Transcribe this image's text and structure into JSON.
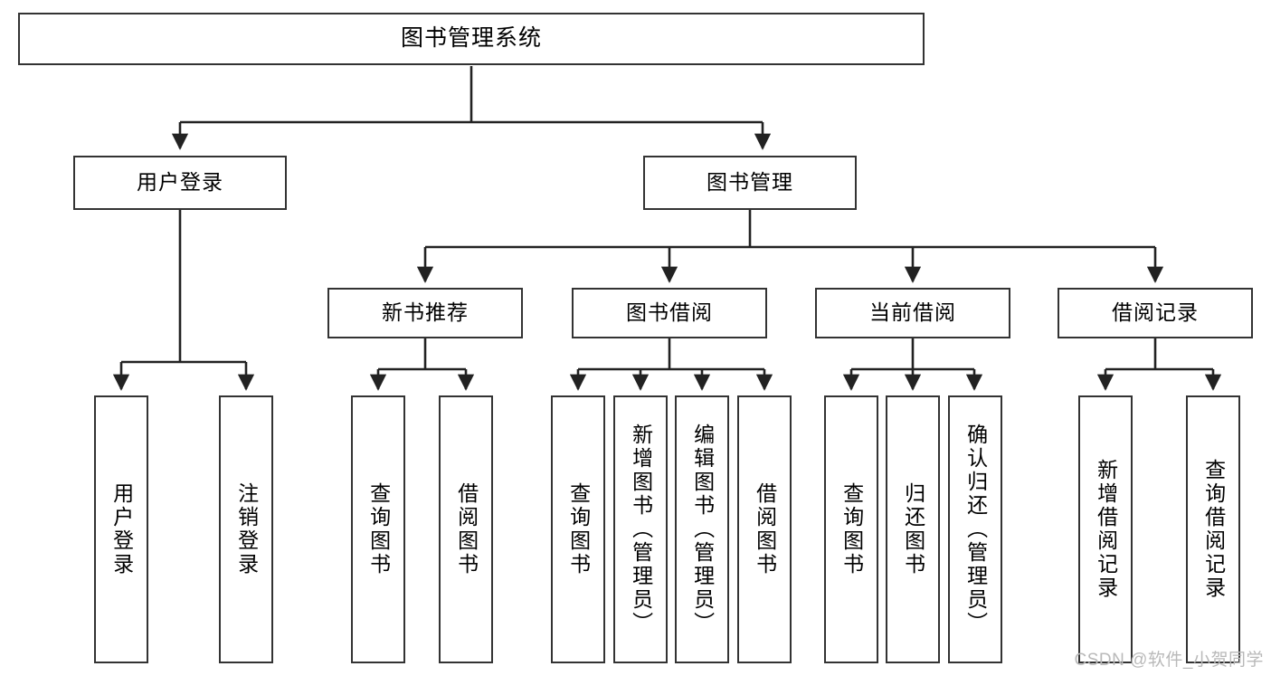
{
  "diagram": {
    "title": "图书管理系统",
    "type": "tree-hierarchy",
    "watermark": "CSDN @软件_小贺同学",
    "colors": {
      "box_border": "#333333",
      "box_fill": "#ffffff",
      "connector": "#222222",
      "watermark": "#b9b9b9",
      "background": "#ffffff"
    },
    "root": {
      "label": "图书管理系统"
    },
    "level2": [
      {
        "label": "用户登录"
      },
      {
        "label": "图书管理"
      }
    ],
    "level3": [
      {
        "label": "新书推荐"
      },
      {
        "label": "图书借阅"
      },
      {
        "label": "当前借阅"
      },
      {
        "label": "借阅记录"
      }
    ],
    "leaves": {
      "user_login": [
        {
          "label": "用户登录"
        },
        {
          "label": "注销登录"
        }
      ],
      "new_book_recommend": [
        {
          "label": "查询图书"
        },
        {
          "label": "借阅图书"
        }
      ],
      "book_borrow": [
        {
          "label": "查询图书"
        },
        {
          "label": "新增图书（管理员）"
        },
        {
          "label": "编辑图书（管理员）"
        },
        {
          "label": "借阅图书"
        }
      ],
      "current_borrow": [
        {
          "label": "查询图书"
        },
        {
          "label": "归还图书"
        },
        {
          "label": "确认归还（管理员）"
        }
      ],
      "borrow_records": [
        {
          "label": "新增借阅记录"
        },
        {
          "label": "查询借阅记录"
        }
      ]
    }
  }
}
